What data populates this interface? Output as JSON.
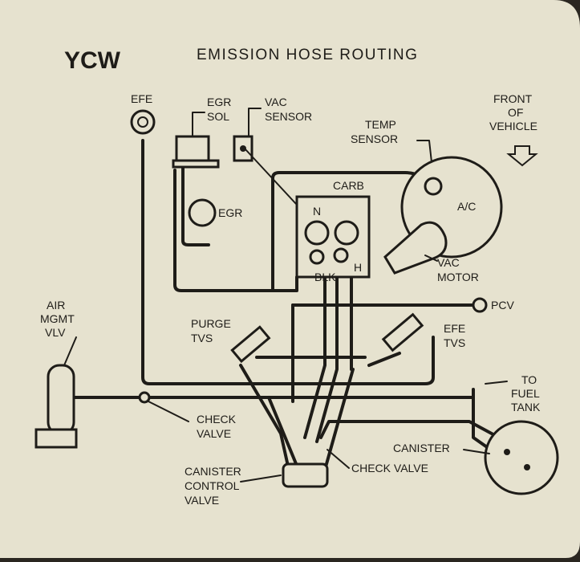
{
  "header": {
    "code": "YCW",
    "title": "EMISSION HOSE ROUTING"
  },
  "labels": {
    "efe": "EFE",
    "egr_sol_1": "EGR",
    "egr_sol_2": "SOL",
    "vac_sensor_1": "VAC",
    "vac_sensor_2": "SENSOR",
    "front_1": "FRONT",
    "front_2": "OF",
    "front_3": "VEHICLE",
    "temp_sensor_1": "TEMP",
    "temp_sensor_2": "SENSOR",
    "carb": "CARB",
    "n": "N",
    "egr": "EGR",
    "ac": "A/C",
    "vac_motor_1": "VAC",
    "vac_motor_2": "MOTOR",
    "blk": "BLK",
    "h": "H",
    "pcv": "PCV",
    "air_1": "AIR",
    "air_2": "MGMT",
    "air_3": "VLV",
    "purge_1": "PURGE",
    "purge_2": "TVS",
    "efe_tvs_1": "EFE",
    "efe_tvs_2": "TVS",
    "fuel_1": "TO",
    "fuel_2": "FUEL",
    "fuel_3": "TANK",
    "check_valve_1": "CHECK",
    "check_valve_2": "VALVE",
    "canister": "CANISTER",
    "canister_check": "CHECK VALVE",
    "ccv_1": "CANISTER",
    "ccv_2": "CONTROL",
    "ccv_3": "VALVE"
  },
  "colors": {
    "card": "#e6e2cf",
    "ink": "#1e1c18",
    "background": "#2a2620"
  }
}
